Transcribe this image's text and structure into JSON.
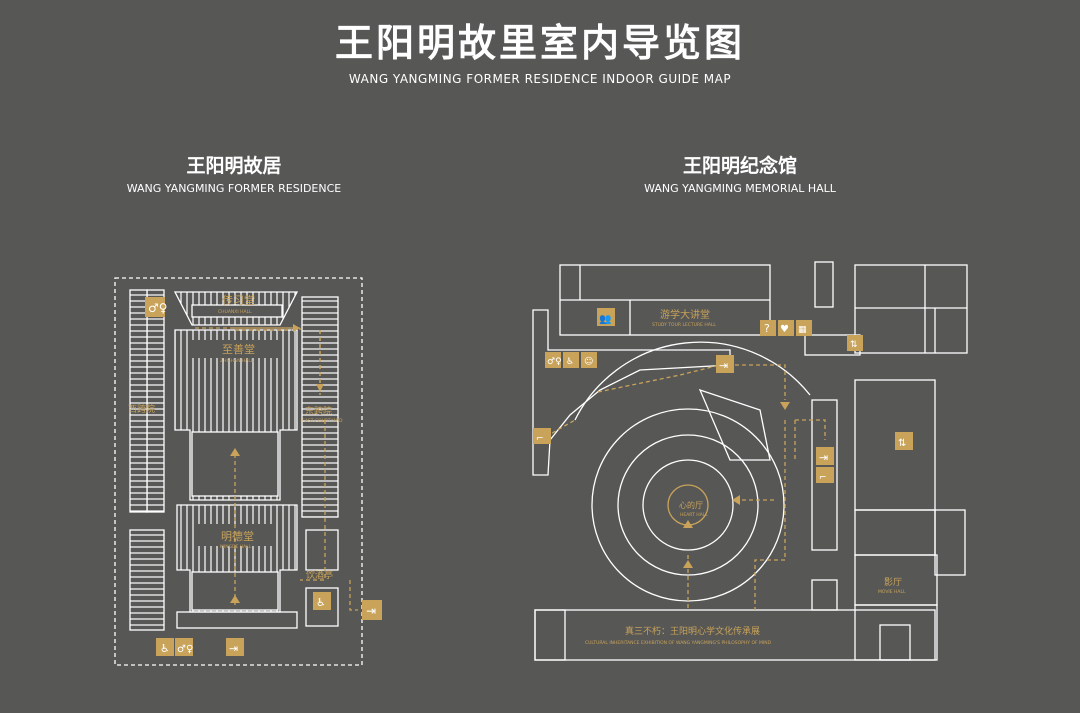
{
  "header": {
    "title": "王阳明故里室内导览图",
    "subtitle": "WANG YANGMING FORMER RESIDENCE INDOOR GUIDE MAP"
  },
  "residence": {
    "title": "王阳明故居",
    "subtitle": "WANG YANGMING FORMER RESIDENCE",
    "rooms": {
      "chuanxi": "传习堂",
      "chuanxi_en": "CHUANXI HALL",
      "zhishan": "至善堂",
      "zhishan_en": "ZHISHAN HALL",
      "west_court": "西跨院",
      "east_court": "东跨院",
      "east_court_en": "EAST COURTYARD",
      "mingde": "明德堂",
      "mingde_en": "MINGDE HALL",
      "reading": "饮酒亭"
    }
  },
  "memorial": {
    "title": "王阳明纪念馆",
    "subtitle": "WANG YANGMING MEMORIAL HALL",
    "rooms": {
      "lecture": "游学大讲堂",
      "lecture_en": "STUDY TOUR LECTURE HALL",
      "center": "心的厅",
      "center_en": "HEART HALL",
      "cinema": "影厅",
      "cinema_en": "MOVIE HALL",
      "exhibit": "真三不朽：王阳明心学文化传承展",
      "exhibit_en": "CULTURAL INHERITANCE EXHIBITION OF WANG YANGMING'S PHILOSOPHY OF MIND"
    }
  },
  "colors": {
    "background": "#575756",
    "line": "#ffffff",
    "gold": "#c9a35a"
  },
  "icons": [
    "toilet-icon",
    "accessible-icon",
    "exit-icon",
    "elevator-icon",
    "info-icon",
    "meeting-icon",
    "stairs-icon",
    "shop-icon"
  ]
}
